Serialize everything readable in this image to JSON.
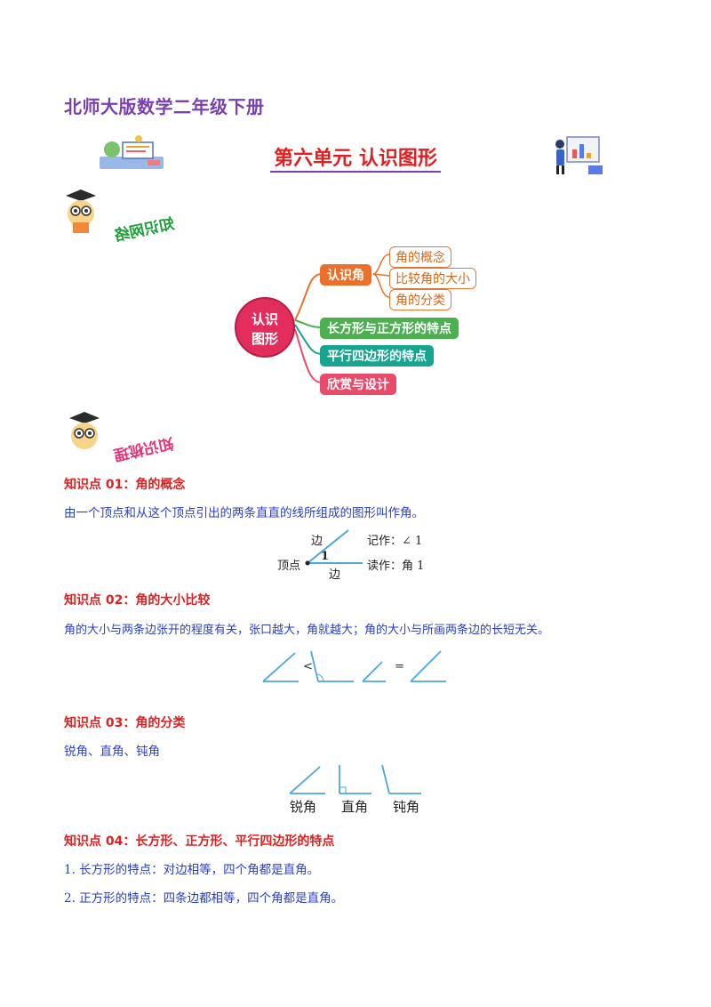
{
  "header": {
    "book_title": "北师大版数学二年级下册",
    "unit_title": "第六单元  认识图形"
  },
  "sections": {
    "network_label": "知识网络",
    "review_label": "知识梳理"
  },
  "mindmap": {
    "center": [
      "认识",
      "图形"
    ],
    "branch_angle": "认识角",
    "angle_subs": [
      "角的概念",
      "比较角的大小",
      "角的分类"
    ],
    "branch_rect": "长方形与正方形的特点",
    "branch_para": "平行四边形的特点",
    "branch_design": "欣赏与设计",
    "colors": {
      "center": "#e32e5d",
      "angle": "#ec6f2a",
      "rect": "#4caf50",
      "para": "#17a58f",
      "design": "#e94c6b"
    }
  },
  "kp1": {
    "title": "知识点 01：角的概念",
    "text": "由一个顶点和从这个顶点引出的两条直直的线所组成的图形叫作角。",
    "fig": {
      "edge1": "边",
      "edge2": "边",
      "vertex": "顶点",
      "num": "1",
      "write": "记作：∠ 1",
      "read": "读作：角 1"
    }
  },
  "kp2": {
    "title": "知识点 02：角的大小比较",
    "text": "角的大小与两条边张开的程度有关，张口越大，角就越大；角的大小与所画两条边的长短无关。",
    "lt": "<",
    "eq": "="
  },
  "kp3": {
    "title": "知识点 03：角的分类",
    "text": "锐角、直角、钝角",
    "labels": [
      "锐角",
      "直角",
      "钝角"
    ]
  },
  "kp4": {
    "title": "知识点 04：长方形、正方形、平行四边形的特点",
    "items": [
      "1. 长方形的特点：对边相等，四个角都是直角。",
      "2. 正方形的特点：四条边都相等，四个角都是直角。"
    ]
  }
}
